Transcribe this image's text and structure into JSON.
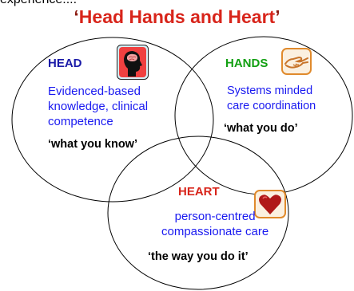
{
  "header_fragment": "experience....",
  "title": {
    "open_quote": "‘",
    "text": "Head Hands and Heart",
    "close_quote": "’"
  },
  "head": {
    "title": "HEAD",
    "desc_line1": "Evidenced-based",
    "desc_line2": "knowledge, clinical",
    "desc_line3": "competence",
    "quote": "‘what you know’"
  },
  "hands": {
    "title": "HANDS",
    "desc_line1": "Systems minded",
    "desc_line2": "care coordination",
    "quote": "‘what you do’"
  },
  "heart": {
    "title": "HEART",
    "desc_line1": "person-centred",
    "desc_line2": "compassionate care",
    "quote": "‘the way you do it’"
  },
  "icons": {
    "head": "brain-head-icon",
    "hands": "handshake-icon",
    "heart": "heart-icon"
  },
  "colors": {
    "title": "#d8251b",
    "head": "#1a1aa8",
    "hands": "#12a012",
    "heart": "#d8251b",
    "body_text": "#1a1af0",
    "icon_border": "#e08a2c"
  }
}
